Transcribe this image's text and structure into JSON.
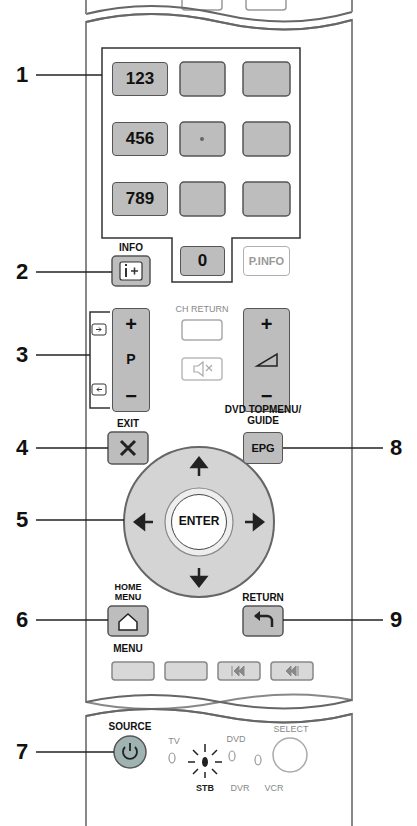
{
  "diagram": {
    "nodes": [
      {
        "text": [
          "123"
        ]
      },
      {
        "text": [
          "456"
        ]
      },
      {
        "text": [
          "789"
        ]
      },
      {
        "text": [
          "0"
        ]
      },
      {
        "text": [
          "P.INFO"
        ]
      },
      {
        "text": [
          "+",
          "P",
          "−"
        ]
      },
      {
        "text": [
          "+",
          "−"
        ]
      },
      {
        "text": [
          "EPG"
        ]
      },
      {
        "text": [
          "ENTER"
        ]
      }
    ],
    "labels": [
      "1",
      "2",
      "3",
      "4",
      "5",
      "6",
      "7",
      "8",
      "9",
      "INFO",
      "CH RETURN",
      "EXIT",
      "DVD TOPMENU/ GUIDE",
      "HOME MENU",
      "MENU",
      "RETURN",
      "SOURCE",
      "TV",
      "DVD",
      "STB",
      "DVR",
      "VCR",
      "SELECT"
    ]
  }
}
